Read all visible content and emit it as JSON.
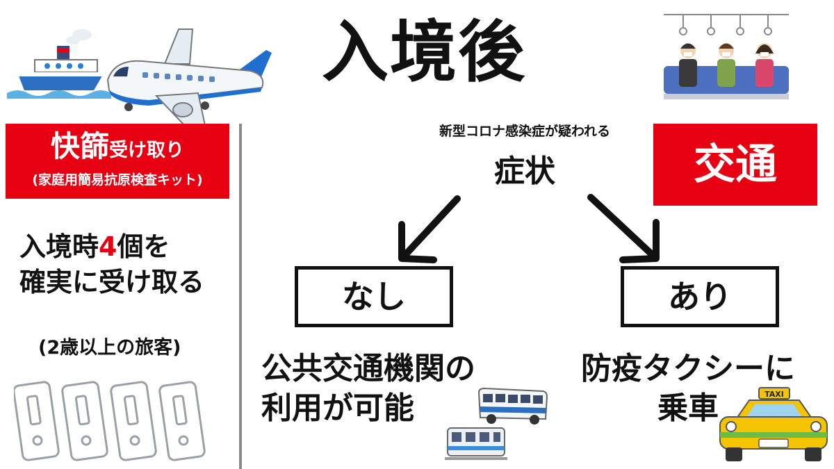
{
  "title": "入境後",
  "kit_box": {
    "title_big": "快篩",
    "title_small": "受け取り",
    "subtitle": "(家庭用簡易抗原検査キット)"
  },
  "left_text": {
    "line1_pre": "入境時",
    "line1_num": "4",
    "line1_post": "個を",
    "line2": "確実に受け取る",
    "note": "(2歳以上の旅客)"
  },
  "question": {
    "small": "新型コロナ感染症が疑われる",
    "big": "症状"
  },
  "transport_label": "交通",
  "answers": {
    "no": "なし",
    "yes": "あり"
  },
  "results": {
    "no_line1": "公共交通機関の",
    "no_line2": "利用が可能",
    "yes_line1": "防疫タクシーに",
    "yes_line2": "乗車"
  },
  "taxi_sign": "TAXI",
  "colors": {
    "accent_red": "#e60012",
    "divider": "#8a8a8a",
    "taxi": "#f5c400"
  },
  "icons": [
    "ship-illustration",
    "airplane-illustration",
    "train-passengers-illustration",
    "test-kit-illustration",
    "bus-illustration",
    "train-illustration",
    "taxi-illustration",
    "arrow-down-left-icon",
    "arrow-down-right-icon"
  ]
}
